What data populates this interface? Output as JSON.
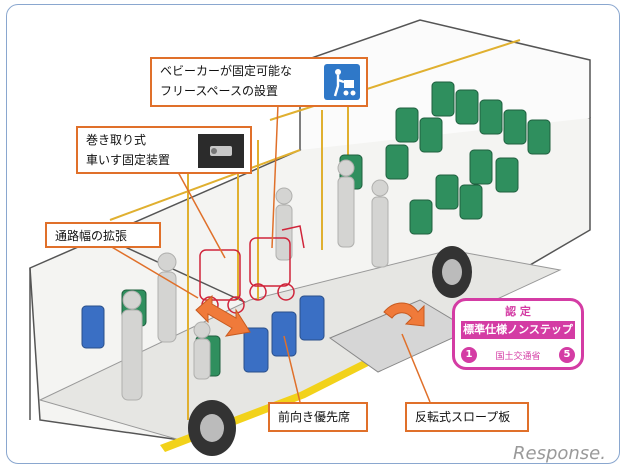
{
  "callouts": {
    "stroller": {
      "line1": "ベビーカーが固定可能な",
      "line2": "フリースペースの設置",
      "icon": "stroller-sign-icon"
    },
    "retractor": {
      "line1": "巻き取り式",
      "line2": "車いす固定装置"
    },
    "aisle": {
      "line1": "通路幅の拡張"
    },
    "front_seat": {
      "line1": "前向き優先席"
    },
    "ramp": {
      "line1": "反転式スロープ板"
    }
  },
  "badge": {
    "heading": "認 定",
    "title": "標準仕様ノンステップバス",
    "number_left": "1",
    "authority": "国土交通省",
    "number_right": "5"
  },
  "watermark": "Response.",
  "colors": {
    "callout_border": "#e0702a",
    "arrow": "#f07a3a",
    "badge": "#d43ca4",
    "seat_green": "#2f8f5e",
    "seat_blue": "#3a6fc4",
    "rail": "#e0b030",
    "floor_stripe": "#f2d21a"
  }
}
